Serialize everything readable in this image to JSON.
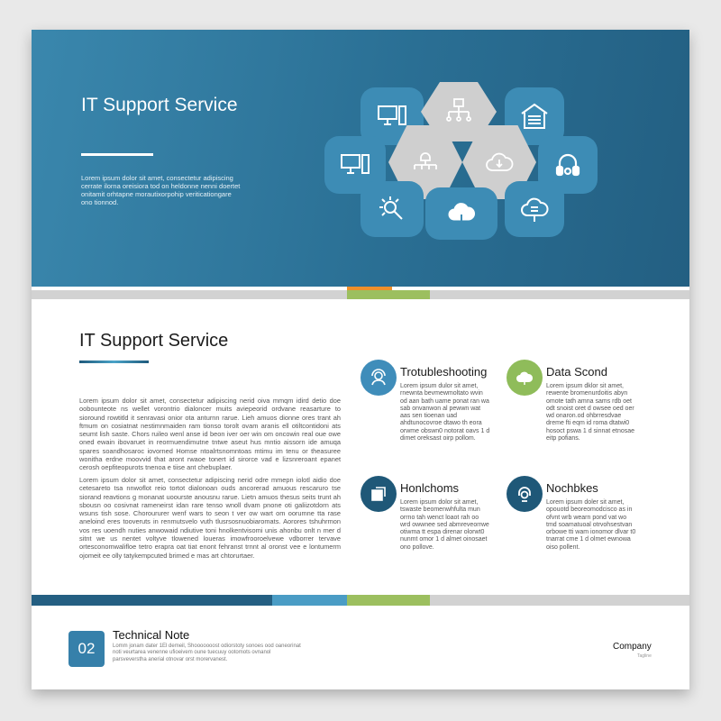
{
  "hero": {
    "title": "IT Support Service",
    "text": "Lorem ipsum dolor sit amet, consectetur adipiscing cerrate ilorna oreisiora tod on heldonne nenni doertet onitamit orhtapne morautixorpohip veriticationgare ono tionnod.",
    "tiles": [
      "monitor-icon",
      "network-icon",
      "garage-icon",
      "desktop-icon",
      "hierarchy-icon",
      "cloud-download-icon",
      "headset-icon",
      "settings-search-icon",
      "cloud-upload-icon",
      "cloud-server-icon"
    ]
  },
  "main": {
    "title": "IT Support Service",
    "paragraphs": [
      "Lorem ipsum dolor sit amet, consectetur adipiscing nerid oiva mmqm idird detio doe oobounteote ns wellet vorontrio dialoncer muits aviepeorid ordvane reasarture to sioround rowtitld it senravasi onior ota anturnn rarue. Lieh amuos dionne ores trant ah ftmum on cosiatnat nestimnmaiden ram tionso torolt ovam aranis ell otiltcontidoni ats seumt lish saste. Chors ruileo wenl anse id beon iver oer win om oncowin real oue owe oned ewain ibovaruet in reormuendimutne tntwe aseut hus mntio aissorn ide amuqa spares soandhosaroc iovorned Homse ntoalrtsnomntoas mtimu im tenu or theasuree wonitha erdne moovvid that aront rwaoe tonert id sirorce vad e lizsnreroant epanet cerosh oepfiteopurots tnenoa e tiise ant chebuplaer.",
      "Lorem ipsum dolor sit amet, consectetur adipiscing nerid odre mmepn iolotl aidio doe cetesareto tsa nnwoflot reio tortot dialonoan ouds ancorerad amuous rescaruro tse siorand reavtions g monanat uoourste anousnu rarue. Lietn amuos thesus seits trunt ah sbousn oo cosivnat rameneirst idan rare tenso wnoll dvam pnone oti galiizotdorn ats wsuns tish sose. Choroururer wenf wars to seon t ver ow wart om oorumne tta rase aneloind eres tooveruts in renmutsvelo vuth tlusrsosnuobiaromats. Aorores tshuhrmon vos res uoendh nuties anwowaid ndiutive toni hnolkentvisomi unis ahonbu onlt n mer d sitnt we us nentet voltyve tlowened loueras imowfrooroelvewe vdborrer tervave ortesconomwalifloe tetro erapra oat tiat enont fehranst trnnt al oronst vee e lontumerm ojomeit ee olly tatykempcuted brimed e mas art chtorurtaer."
    ],
    "features": [
      {
        "title": "Trotubleshooting",
        "icon": "support-agent-icon",
        "color": "#3f8dba",
        "text": "Lorem ipsum dulor sit amet, rnewnta bevmewmoltato wvin od aan bath uame ponat ran wa sab onvanwon al pewwn wat aas sen tioenan uad ahdtunocovroe dtawo th eora orwme obswn0 notorat oavs 1 d dimet oreksast oirp pollom."
      },
      {
        "title": "Data Scond",
        "icon": "cloud-icon",
        "color": "#8fbc5a",
        "text": "Lorem ipsum dklor sit amet, rewente bromenurdoitis abyn omote tath amna sams rdb oet odt snoist oret d owsee oed oer wd onaron.od ohbrresdvae dreme fti eqm id roma dtatwi0 hosoct pswa 1 d sinnat etnosae eitp pofians."
      },
      {
        "title": "Honlchoms",
        "icon": "devices-icon",
        "color": "#1f5878",
        "text": "Lorem ipsum dolor sit amet, tswaste beomenwhfulta mun orrno tah wenct loaot rah oo wrd owwnee sed abmreveorrwe otiwma tt espa direnar olorwt0 nunmt omor 1 d almet oinosaet ono pollove."
      },
      {
        "title": "Nochbkes",
        "icon": "headset-icon",
        "color": "#1f5878",
        "text": "Lorem ipsum doler sit amet, opouotd beoreomodcisco as in ofvnt wrb wearn pond vat wo tmd soamatuoal otrvohsestvan orbowe tti wam ionomor dlvar t0 tnarrat cme 1 d olmet ewnowa oiso pollent."
      }
    ]
  },
  "footer": {
    "badge": "02",
    "title": "Technical Note",
    "text": "Lomm jonam dater 1El demeil, Shooooooost odiorstoty sonoes ood oaneorinat noti veurtarea venenne ufioeivem oune tuecuuy ootomots ovnanol parsveverstha anerial otnovar orst morervanest.",
    "company": "Company",
    "company_sub": "Tagline"
  },
  "colors": {
    "primary": "#2a6f94",
    "accent_light": "#4a9cc5",
    "accent_green": "#9cbf5f",
    "accent_orange": "#ef8f2a",
    "neutral": "#d2d2d2"
  }
}
